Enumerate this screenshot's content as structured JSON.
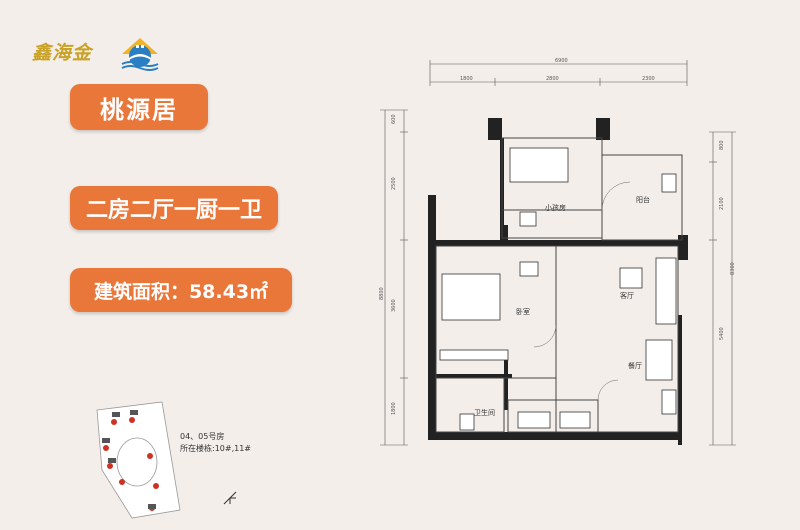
{
  "logo": {
    "text": "鑫海金",
    "icon": "house-wave-icon",
    "color": "#c9a227"
  },
  "title": "桃源居",
  "layout_type": "二房二厅一厨一卫",
  "area": {
    "label": "建筑面积：",
    "value": "58.43㎡"
  },
  "accent_color": "#e9773a",
  "plan": {
    "dims_top_total": "6900",
    "dims_top": [
      "1800",
      "2800",
      "2300"
    ],
    "dims_left": [
      "600",
      "2500",
      "3600",
      "1800"
    ],
    "dims_left_total": "8800",
    "dims_right": [
      "800",
      "2100",
      "5400"
    ],
    "dims_right_total": "8300",
    "rooms": {
      "small_bedroom": "小孩房",
      "balcony": "阳台",
      "bedroom": "卧室",
      "living": "客厅",
      "dining": "餐厅",
      "bathroom": "卫生间"
    }
  },
  "unit_info": {
    "units": "04、05号房",
    "buildings": "所在楼栋:10#,11#"
  }
}
